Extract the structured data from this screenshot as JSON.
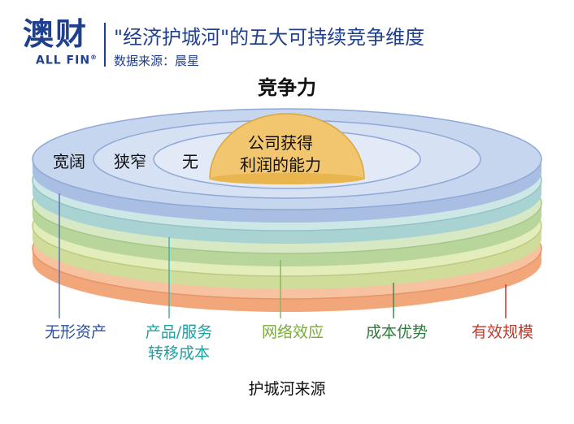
{
  "header": {
    "logo_text": "澳财",
    "logo_sub": "ALL FIN",
    "logo_reg": "®",
    "title": "\"经济护城河\"的五大可持续竞争维度",
    "source": "数据来源：晨星"
  },
  "diagram": {
    "title": "竞争力",
    "rings": [
      "宽阔",
      "狭窄",
      "无"
    ],
    "center_line1": "公司获得",
    "center_line2": "利润的能力",
    "bottom_label": "护城河来源",
    "categories": [
      {
        "line1": "无形资产",
        "line2": "",
        "color": "#2f4fa0"
      },
      {
        "line1": "产品/服务",
        "line2": "转移成本",
        "color": "#1aa3a3"
      },
      {
        "line1": "网络效应",
        "line2": "",
        "color": "#7aaa3a"
      },
      {
        "line1": "成本优势",
        "line2": "",
        "color": "#2f7a3a"
      },
      {
        "line1": "有效规模",
        "line2": "",
        "color": "#c0392b"
      }
    ]
  },
  "colors": {
    "brand": "#1f3f8f",
    "layer_blue": "#b9cbe8",
    "layer_teal": "#bfe0df",
    "layer_green": "#cfe3b6",
    "layer_yellowgreen": "#dde7b0",
    "layer_orange": "#f3b98e",
    "dome": "#f2c66e"
  }
}
